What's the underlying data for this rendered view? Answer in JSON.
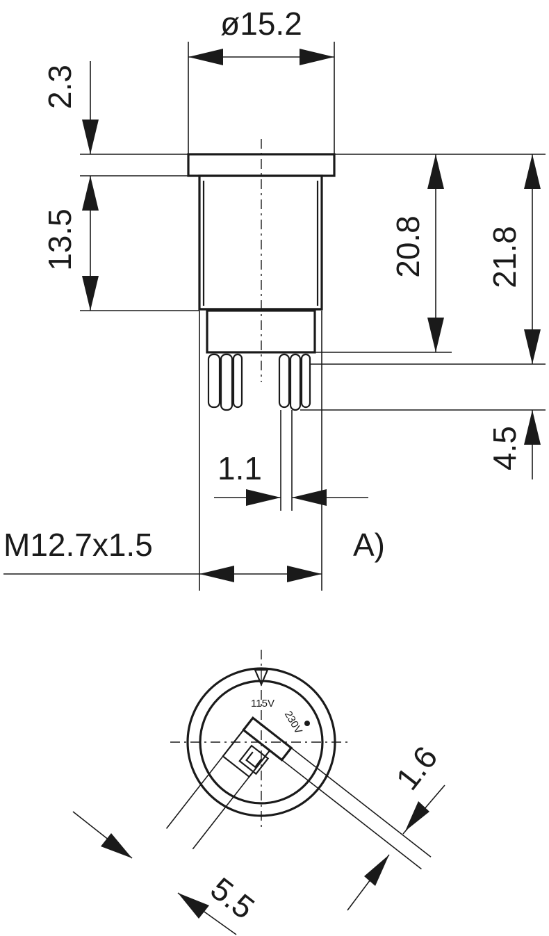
{
  "dimensions": {
    "diameter": "ø15.2",
    "cap_height": "2.3",
    "body_height": "13.5",
    "height_to_base": "20.8",
    "overall_height": "21.8",
    "pin_length": "4.5",
    "pin_width": "1.1",
    "thread": "M12.7x1.5",
    "note": "A)",
    "slot_width": "1.6",
    "slot_offset": "5.5"
  },
  "markings": {
    "voltage_115": "115V",
    "voltage_230": "230V"
  }
}
